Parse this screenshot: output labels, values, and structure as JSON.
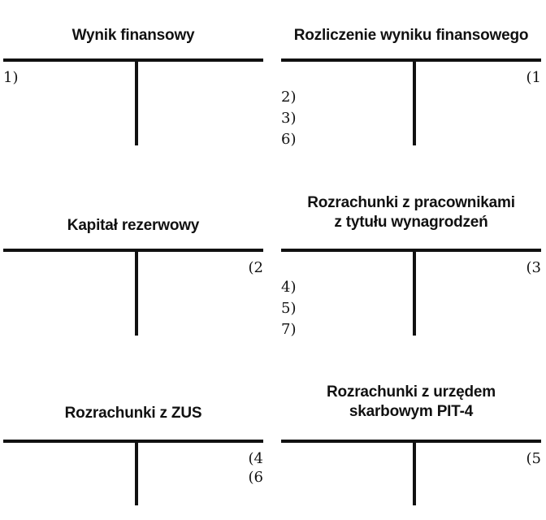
{
  "accounts": [
    {
      "title_lines": [
        "Wynik finansowy"
      ],
      "debit": [
        "1)"
      ],
      "credit": []
    },
    {
      "title_lines": [
        "Rozliczenie wyniku finansowego"
      ],
      "debit": [
        "2)",
        "3)",
        "6)"
      ],
      "credit": [
        "(1"
      ]
    },
    {
      "title_lines": [
        "Kapitał rezerwowy"
      ],
      "debit": [],
      "credit": [
        "(2"
      ]
    },
    {
      "title_lines": [
        "Rozrachunki z pracownikami",
        "z tytułu wynagrodzeń"
      ],
      "debit": [
        "4)",
        "5)",
        "7)"
      ],
      "credit": [
        "(3"
      ]
    },
    {
      "title_lines": [
        "Rozrachunki z ZUS"
      ],
      "debit": [],
      "credit": [
        "(4",
        "(6"
      ]
    },
    {
      "title_lines": [
        "Rozrachunki z urzędem",
        "skarbowym PIT-4"
      ],
      "debit": [],
      "credit": [
        "(5"
      ]
    }
  ]
}
